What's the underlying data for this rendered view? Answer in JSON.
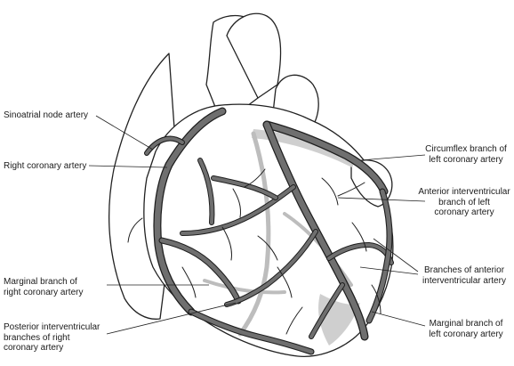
{
  "labels": {
    "sinoatrial_node_artery": "Sinoatrial node artery",
    "right_coronary_artery": "Right coronary artery",
    "marginal_branch_right": "Marginal branch of\nright coronary artery",
    "posterior_interventricular": "Posterior interventricular\nbranches of right\ncoronary artery",
    "circumflex_branch": "Circumflex branch of\nleft coronary artery",
    "anterior_interventricular": "Anterior interventricular\nbranch of left\ncoronary artery",
    "branches_anterior_interventricular": "Branches of anterior\ninterventricular artery",
    "marginal_branch_left": "Marginal branch of\nleft coronary artery"
  },
  "colors": {
    "artery": "#6f6f6f",
    "outline": "#222222",
    "background": "#ffffff"
  }
}
